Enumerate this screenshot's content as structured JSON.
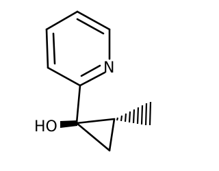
{
  "molecule": {
    "atoms": {
      "nitrogen": "N",
      "hydroxyl": "HO"
    },
    "colors": {
      "bond": "#000000",
      "background": "#ffffff"
    },
    "stereo": {
      "carbinol_bond": "wedge",
      "methyl_bond": "hash"
    }
  }
}
